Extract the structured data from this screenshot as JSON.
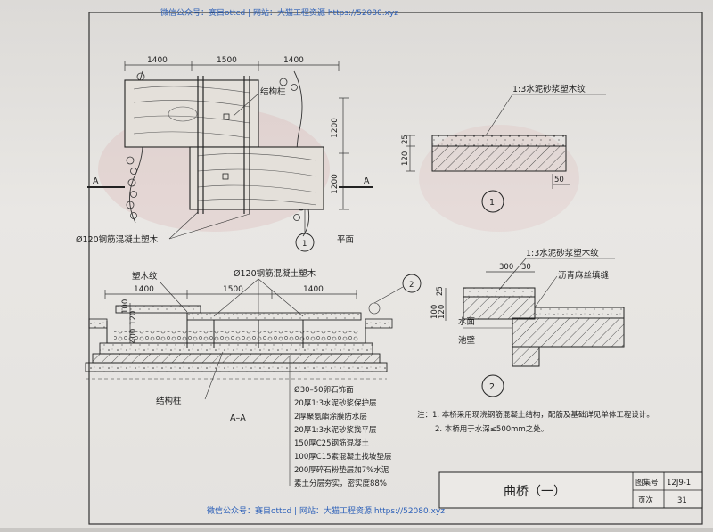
{
  "watermark": {
    "top": "微信公众号：赛目ottcd | 网站：大猫工程资源 https://52080.xyz",
    "bottom": "微信公众号：赛目ottcd | 网站：大猫工程资源 https://52080.xyz"
  },
  "plan": {
    "dims_top": [
      "1400",
      "1500",
      "1400"
    ],
    "dims_right": [
      "1200",
      "1200"
    ],
    "label_column": "结构柱",
    "label_pile": "Ø120钢筋混凝土塑木",
    "label_plan": "平面",
    "section_mark": "A",
    "axis_mark": "1"
  },
  "section": {
    "label_wood": "塑木纹",
    "label_pile": "Ø120钢筋混凝土塑木",
    "dims_top": [
      "1400",
      "1500",
      "1400"
    ],
    "dims_left": [
      "100",
      "120",
      "400"
    ],
    "label_column": "结构柱",
    "title": "A–A",
    "callout": "2",
    "layers": [
      "Ø30–50卵石饰面",
      "20厚1:3水泥砂浆保护层",
      "2厚聚氨酯涂膜防水层",
      "20厚1:3水泥砂浆找平层",
      "150厚C25钢筋混凝土",
      "100厚C15素混凝土找坡垫层",
      "200厚碎石粉垫层加7%水泥",
      "素土分层夯实，密实度88%"
    ]
  },
  "detail1": {
    "label": "1:3水泥砂浆塑木纹",
    "dims": [
      "25",
      "120"
    ],
    "dim_bottom": "50",
    "number": "1"
  },
  "detail2": {
    "label": "1:3水泥砂浆塑木纹",
    "dims_top": [
      "300",
      "30"
    ],
    "dims_left": [
      "25",
      "100",
      "120"
    ],
    "label_joint": "沥青麻丝填缝",
    "label_water": "水面",
    "label_wall": "池壁",
    "number": "2"
  },
  "notes": [
    "注：1. 本桥采用现浇钢筋混凝土结构，配筋及基础详见单体工程设计。",
    "2. 本桥用于水深≤500mm之处。"
  ],
  "titleblock": {
    "title": "曲桥（一）",
    "atlas_label": "图集号",
    "atlas_value": "12J9-1",
    "page_label": "页次",
    "page_value": "31"
  }
}
